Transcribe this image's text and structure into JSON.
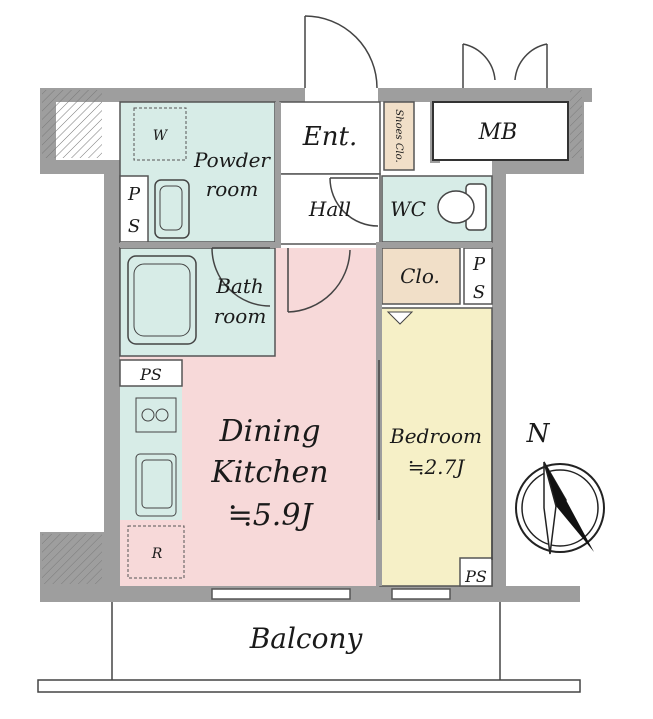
{
  "rooms": {
    "entrance": "Ent.",
    "shoes_closet": "Shoes Clo.",
    "meter_box": "MB",
    "powder_room": [
      "Powder",
      "room"
    ],
    "washer": "W",
    "hall": "Hall",
    "wc": "WC",
    "pipe_space_left": [
      "P",
      "S"
    ],
    "pipe_space_right": [
      "P",
      "S"
    ],
    "bath_room": [
      "Bath",
      "room"
    ],
    "closet": "Clo.",
    "pipe_space_mid": "PS",
    "dining_kitchen": [
      "Dining",
      "Kitchen",
      "≒5.9J"
    ],
    "fridge": "R",
    "bedroom": [
      "Bedroom",
      "≒2.7J"
    ],
    "pipe_space_bedroom": "PS",
    "balcony": "Balcony"
  },
  "compass": {
    "north_label": "N"
  },
  "colors": {
    "wall": "#9a9a9a",
    "wet_area": "#d7ece7",
    "dining_kitchen": "#f7d9d9",
    "bedroom": "#f6f0c7",
    "closet": "#f1dfc8",
    "outline": "#333333"
  }
}
